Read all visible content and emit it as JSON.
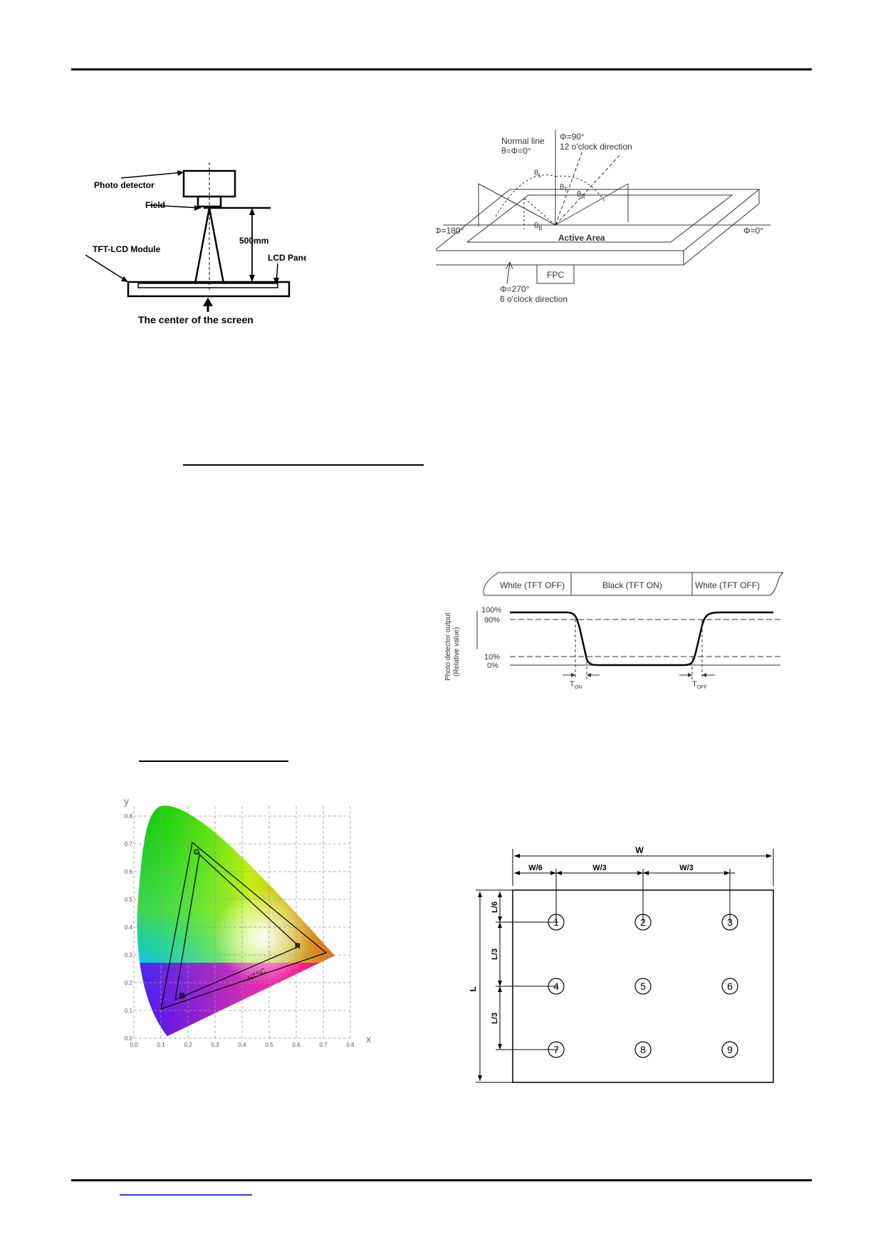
{
  "fig1": {
    "photo_detector": "Photo detector",
    "field": "Field",
    "distance": "500mm",
    "module": "TFT-LCD Module",
    "panel": "LCD Panel",
    "center": "The center of the screen"
  },
  "fig2": {
    "normal_line_1": "Normal line",
    "normal_line_2": "θ=Φ=0°",
    "phi90_1": "Φ=90°",
    "phi90_2": "12 o'clock direction",
    "phi180": "Φ=180°",
    "phi0": "Φ=0°",
    "phi270_1": "Φ=270°",
    "phi270_2": "6 o'clock direction",
    "active_area": "Active Area",
    "fpc": "FPC",
    "theta": "θ",
    "sub_l": "L",
    "sub_t": "T",
    "sub_r": "R",
    "sub_b": "B"
  },
  "fig3": {
    "white_off_left": "White (TFT OFF)",
    "black_on": "Black (TFT ON)",
    "white_off_right": "White (TFT OFF)",
    "ylabel_1": "Photo detector output",
    "ylabel_2": "(Relative value)",
    "p100": "100%",
    "p90": "90%",
    "p10": "10%",
    "p0": "0%",
    "t": "T",
    "sub_on": "ON",
    "sub_off": "OFF"
  },
  "fig4": {
    "ylabel": "y",
    "xlabel": "x",
    "y_ticks": [
      "0.0",
      "0.1",
      "0.2",
      "0.3",
      "0.4",
      "0.5",
      "0.6",
      "0.7",
      "0.8"
    ],
    "x_ticks": [
      "0.0",
      "0.1",
      "0.2",
      "0.3",
      "0.4",
      "0.5",
      "0.6",
      "0.7",
      "0.8"
    ],
    "g": "G",
    "r": "R",
    "b": "B",
    "ntsc": "NTSC"
  },
  "fig5": {
    "w": "W",
    "w6": "W/6",
    "w3a": "W/3",
    "w3b": "W/3",
    "l": "L",
    "l6": "L/6",
    "l3a": "L/3",
    "l3b": "L/3",
    "points": [
      "1",
      "2",
      "3",
      "4",
      "5",
      "6",
      "7",
      "8",
      "9"
    ]
  }
}
